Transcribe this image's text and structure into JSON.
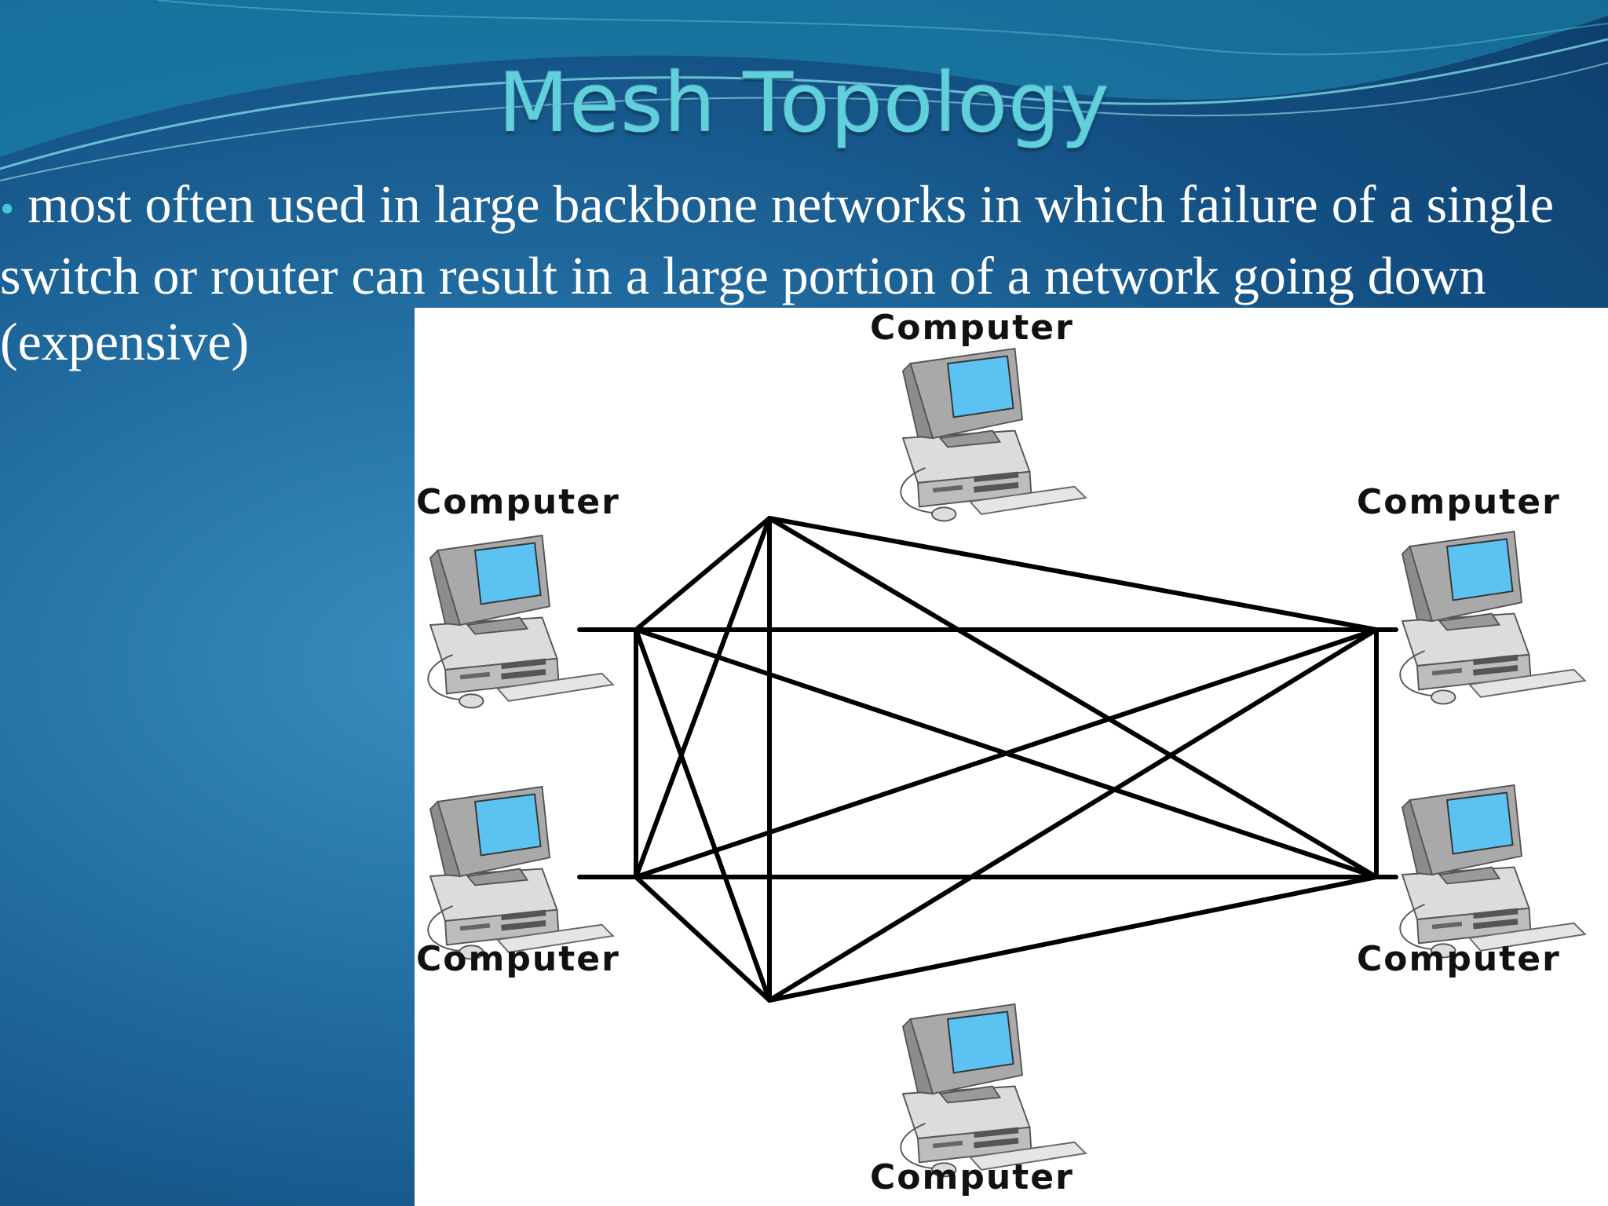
{
  "slide": {
    "title": "Mesh Topology",
    "bullet": "•",
    "text": "most often used in large backbone networks in which failure of a single switch or router can result in a large portion of a network going down (expensive)"
  },
  "diagram": {
    "node_labels": [
      "Computer",
      "Computer",
      "Computer",
      "Computer",
      "Computer",
      "Computer"
    ]
  },
  "colors": {
    "title": "#5fd0dc",
    "bullet": "#43c8d6",
    "screen": "#5bc2f2"
  }
}
